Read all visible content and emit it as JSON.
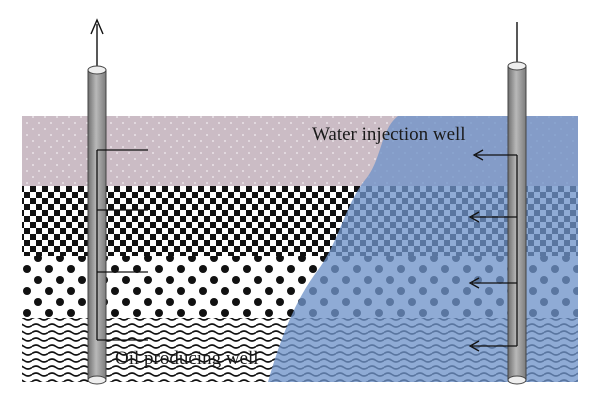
{
  "labels": {
    "injection_well": "Water injection well",
    "producing_well": "Oil producing well"
  },
  "layers": [
    {
      "name": "top-stratum",
      "pattern": "light-dotted"
    },
    {
      "name": "second-stratum",
      "pattern": "checkerboard"
    },
    {
      "name": "third-stratum",
      "pattern": "coarse-dots"
    },
    {
      "name": "bottom-stratum",
      "pattern": "wavy"
    }
  ],
  "colors": {
    "top_layer": "#cbbcc5",
    "water_front": "#6f93c9",
    "pipe": "#9a9a9a",
    "ink": "#111111"
  },
  "icons": {
    "production_flow": "arrow-up-icon",
    "injection_flow": "arrow-left-icon"
  }
}
